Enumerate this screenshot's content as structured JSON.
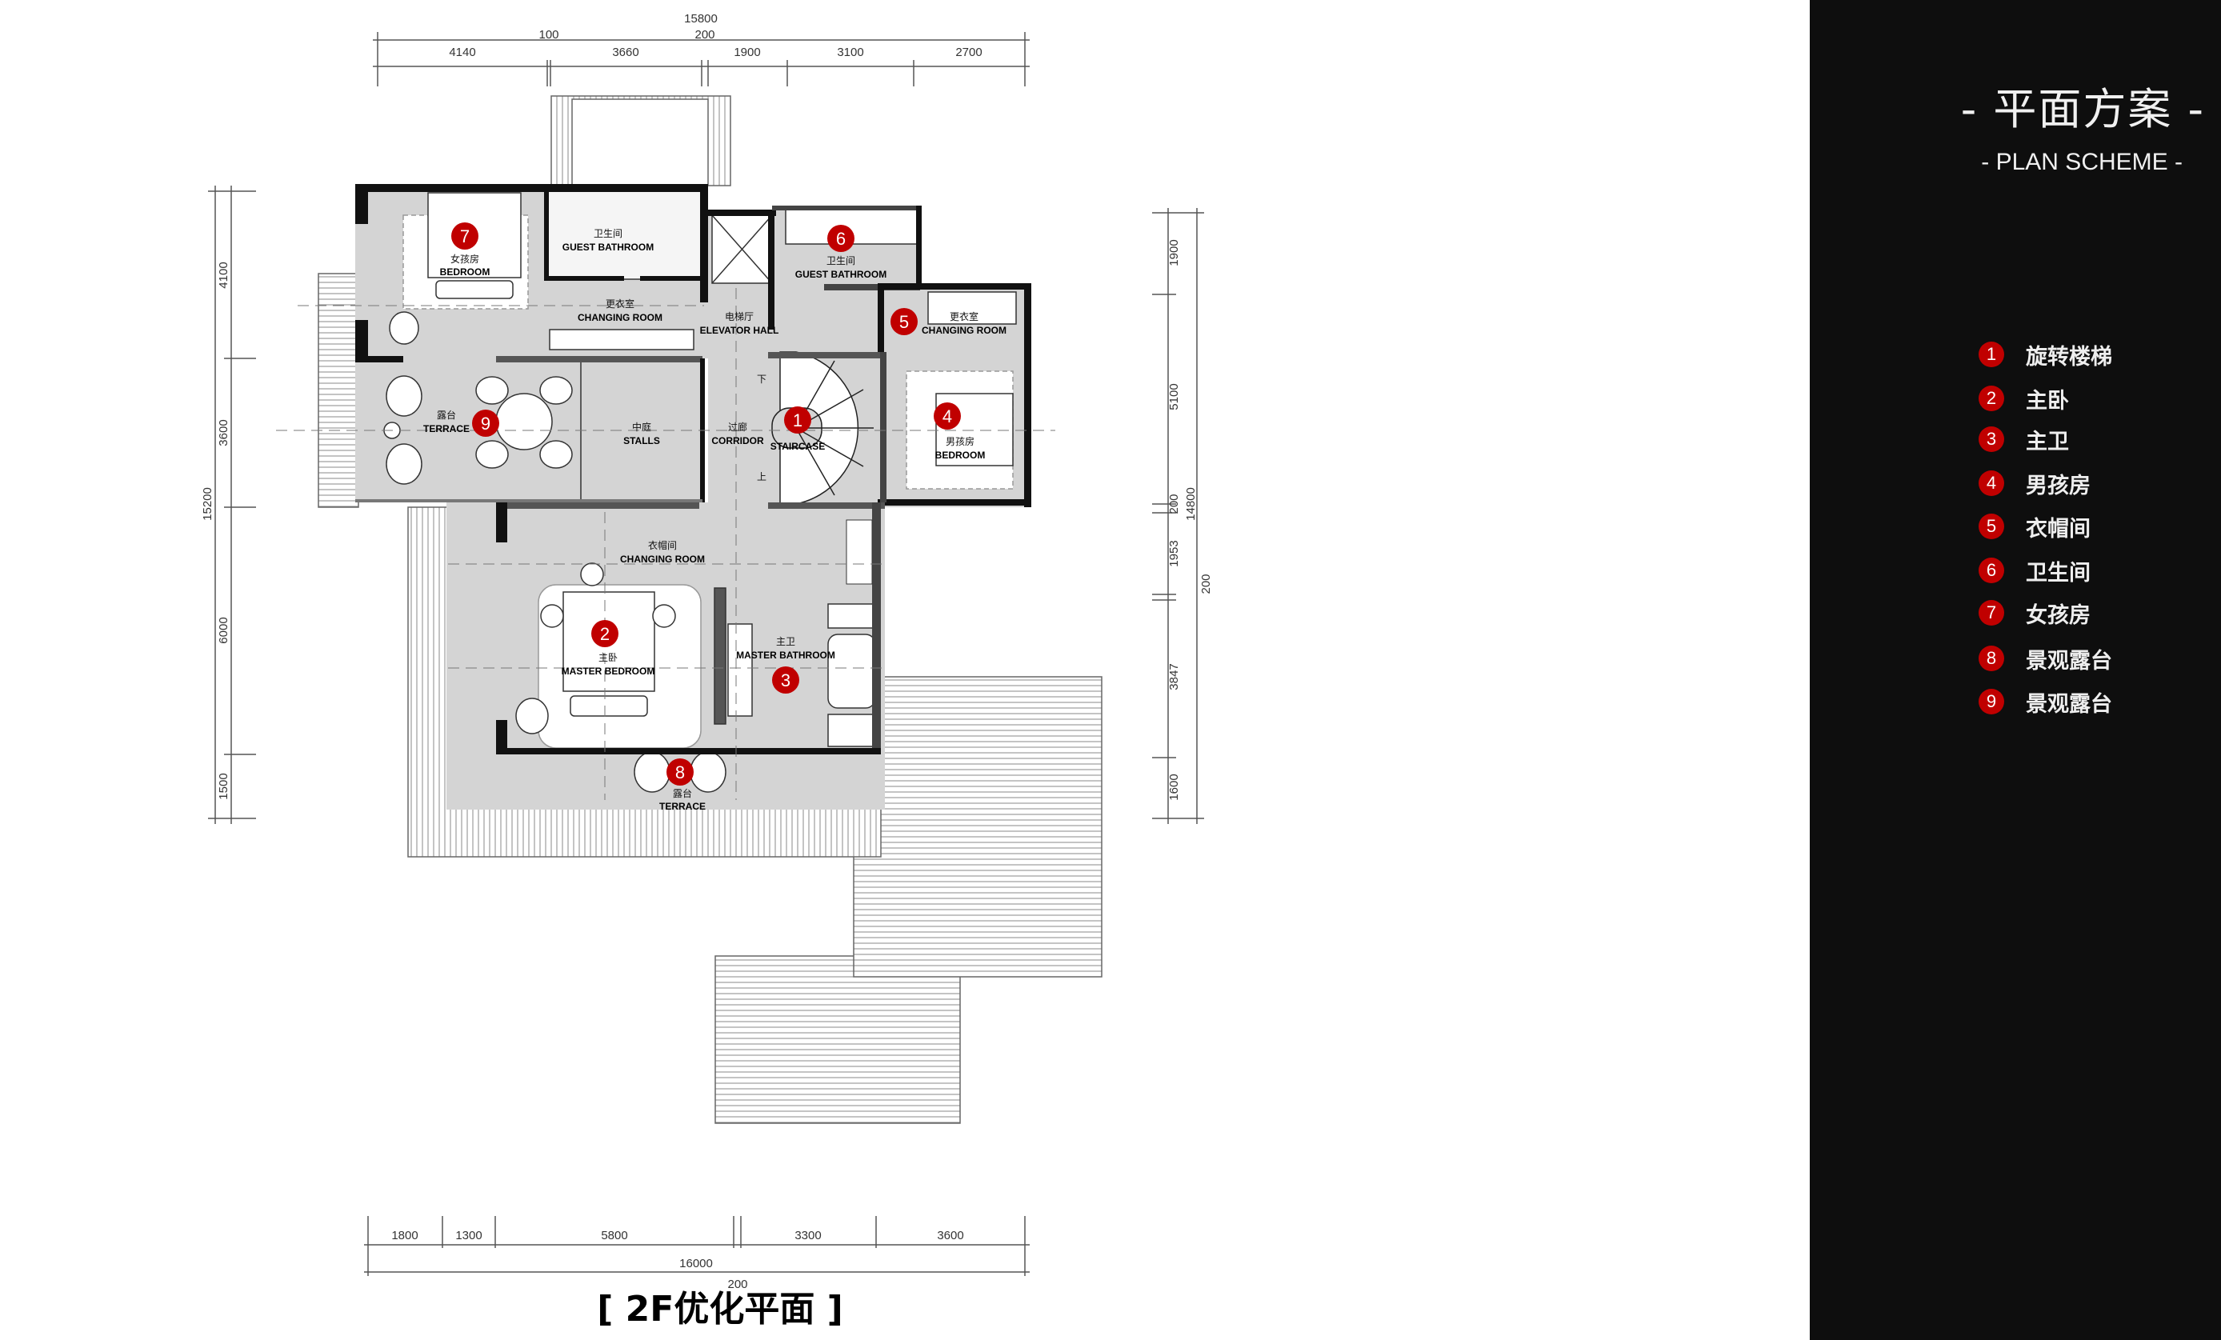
{
  "panel": {
    "title": "- 平面方案 -",
    "subtitle": "- PLAN SCHEME -",
    "legend": [
      {
        "num": "1",
        "label": "旋转楼梯"
      },
      {
        "num": "2",
        "label": "主卧"
      },
      {
        "num": "3",
        "label": "主卫"
      },
      {
        "num": "4",
        "label": "男孩房"
      },
      {
        "num": "5",
        "label": "衣帽间"
      },
      {
        "num": "6",
        "label": "卫生间"
      },
      {
        "num": "7",
        "label": "女孩房"
      },
      {
        "num": "8",
        "label": "景观露台"
      },
      {
        "num": "9",
        "label": "景观露台"
      }
    ],
    "badge_color": "#c00000"
  },
  "plan_title": "[ 2F优化平面 ]",
  "dimensions": {
    "top_total": "15800",
    "top": [
      "4140",
      "100",
      "3660",
      "200",
      "1900",
      "3100",
      "2700"
    ],
    "bottom": [
      "1800",
      "1300",
      "5800",
      "3300",
      "3600"
    ],
    "bottom_total": "16000",
    "bottom_extra": "200",
    "left": [
      "4100",
      "3600",
      "6000",
      "1500"
    ],
    "left_total": "15200",
    "right": [
      "1900",
      "5100",
      "200",
      "1953",
      "3847",
      "1600"
    ],
    "right_total": "14800",
    "right_extra": "200"
  },
  "rooms": {
    "girl_bedroom": {
      "cn": "女孩房",
      "en": "BEDROOM",
      "num": "7"
    },
    "guest_bath_left": {
      "cn": "卫生间",
      "en": "GUEST BATHROOM"
    },
    "changing_left": {
      "cn": "更衣室",
      "en": "CHANGING ROOM"
    },
    "elevator_hall": {
      "cn": "电梯厅",
      "en": "ELEVATOR HALL"
    },
    "guest_bath_right": {
      "cn": "卫生间",
      "en": "GUEST BATHROOM",
      "num": "6"
    },
    "changing_right": {
      "cn": "更衣室",
      "en": "CHANGING ROOM",
      "num": "5"
    },
    "terrace_9": {
      "cn": "露台",
      "en": "TERRACE",
      "num": "9"
    },
    "stalls": {
      "cn": "中庭",
      "en": "STALLS"
    },
    "corridor": {
      "cn": "过廊",
      "en": "CORRIDOR"
    },
    "staircase": {
      "en": "STAIRCASE",
      "num": "1",
      "down": "下",
      "up": "上"
    },
    "boy_bedroom": {
      "cn": "男孩房",
      "en": "BEDROOM",
      "num": "4"
    },
    "master_changing": {
      "cn": "衣帽间",
      "en": "CHANGING ROOM"
    },
    "master_bedroom": {
      "cn": "主卧",
      "en": "MASTER BEDROOM",
      "num": "2"
    },
    "master_bathroom": {
      "cn": "主卫",
      "en": "MASTER BATHROOM",
      "num": "3"
    },
    "terrace_8": {
      "cn": "露台",
      "en": "TERRACE",
      "num": "8"
    }
  }
}
